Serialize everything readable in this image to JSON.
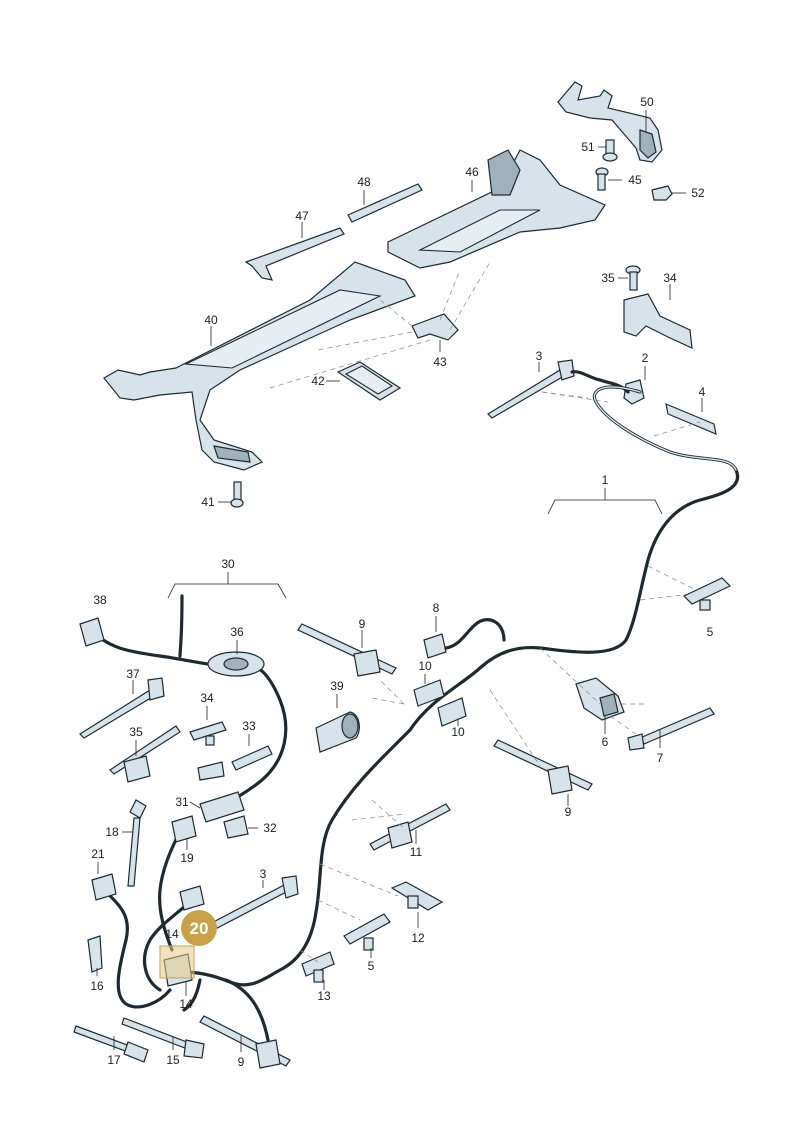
{
  "parts": [
    {
      "id": "p1",
      "label": "1"
    },
    {
      "id": "p2",
      "label": "2"
    },
    {
      "id": "p3a",
      "label": "3"
    },
    {
      "id": "p3b",
      "label": "3"
    },
    {
      "id": "p4",
      "label": "4"
    },
    {
      "id": "p5a",
      "label": "5"
    },
    {
      "id": "p5b",
      "label": "5"
    },
    {
      "id": "p6",
      "label": "6"
    },
    {
      "id": "p7",
      "label": "7"
    },
    {
      "id": "p8",
      "label": "8"
    },
    {
      "id": "p9a",
      "label": "9"
    },
    {
      "id": "p9b",
      "label": "9"
    },
    {
      "id": "p9c",
      "label": "9"
    },
    {
      "id": "p10a",
      "label": "10"
    },
    {
      "id": "p10b",
      "label": "10"
    },
    {
      "id": "p11",
      "label": "11"
    },
    {
      "id": "p12",
      "label": "12"
    },
    {
      "id": "p13",
      "label": "13"
    },
    {
      "id": "p14a",
      "label": "14"
    },
    {
      "id": "p14b",
      "label": "14"
    },
    {
      "id": "p15",
      "label": "15"
    },
    {
      "id": "p16",
      "label": "16"
    },
    {
      "id": "p17",
      "label": "17"
    },
    {
      "id": "p18",
      "label": "18"
    },
    {
      "id": "p19",
      "label": "19"
    },
    {
      "id": "p21",
      "label": "21"
    },
    {
      "id": "p30",
      "label": "30"
    },
    {
      "id": "p31",
      "label": "31"
    },
    {
      "id": "p32",
      "label": "32"
    },
    {
      "id": "p33",
      "label": "33"
    },
    {
      "id": "p34a",
      "label": "34"
    },
    {
      "id": "p34b",
      "label": "34"
    },
    {
      "id": "p35a",
      "label": "35"
    },
    {
      "id": "p35b",
      "label": "35"
    },
    {
      "id": "p36",
      "label": "36"
    },
    {
      "id": "p37",
      "label": "37"
    },
    {
      "id": "p38",
      "label": "38"
    },
    {
      "id": "p39",
      "label": "39"
    },
    {
      "id": "p40",
      "label": "40"
    },
    {
      "id": "p41",
      "label": "41"
    },
    {
      "id": "p42",
      "label": "42"
    },
    {
      "id": "p43",
      "label": "43"
    },
    {
      "id": "p45",
      "label": "45"
    },
    {
      "id": "p46",
      "label": "46"
    },
    {
      "id": "p47",
      "label": "47"
    },
    {
      "id": "p48",
      "label": "48"
    },
    {
      "id": "p50",
      "label": "50"
    },
    {
      "id": "p51",
      "label": "51"
    },
    {
      "id": "p52",
      "label": "52"
    }
  ],
  "highlight": {
    "label": "20",
    "color": "#c9a247"
  }
}
